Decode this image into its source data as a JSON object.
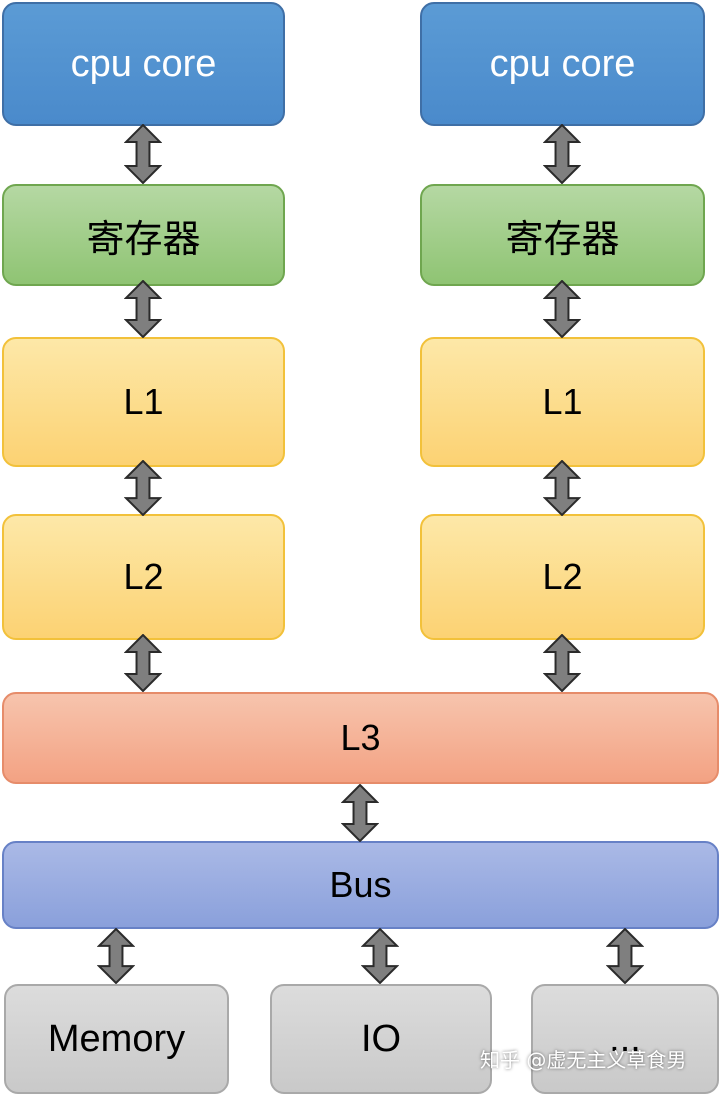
{
  "left_column": {
    "cpu": "cpu core",
    "register": "寄存器",
    "l1": "L1",
    "l2": "L2"
  },
  "right_column": {
    "cpu": "cpu core",
    "register": "寄存器",
    "l1": "L1",
    "l2": "L2"
  },
  "l3": "L3",
  "bus": "Bus",
  "devices": {
    "memory": "Memory",
    "io": "IO",
    "other": "..."
  },
  "watermark": "知乎 @虚无主义草食男",
  "colors": {
    "cpu": "#5b9bd5",
    "register": "#a9d18e",
    "cache_l1_l2": "#ffd966",
    "cache_l3": "#f4b183",
    "bus": "#8faadc",
    "device": "#d0d0d0",
    "arrow": "#7f7f7f"
  }
}
